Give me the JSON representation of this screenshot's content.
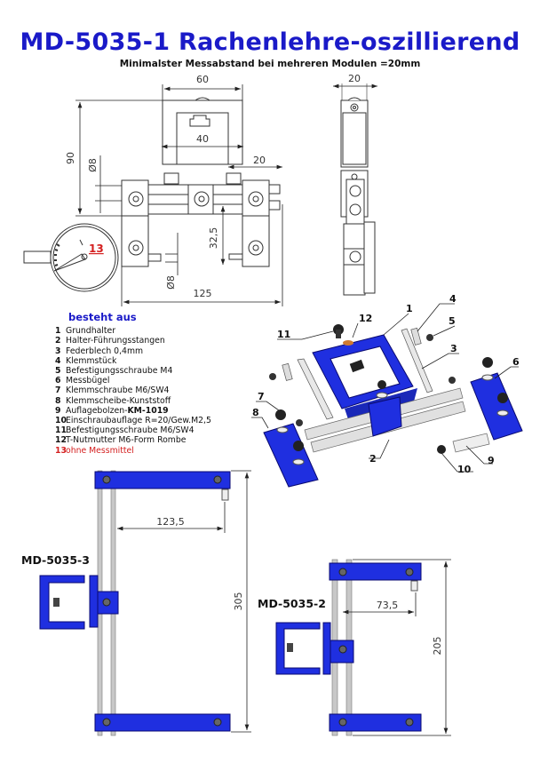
{
  "header": {
    "title": "MD-5035-1 Rachenlehre-oszillierend",
    "subtitle": "Minimalster Messabstand bei mehreren Modulen =20mm"
  },
  "front_view": {
    "dimensions": {
      "width_top": "60",
      "inner_width": "40",
      "height": "90",
      "dia_upper": "Ø8",
      "dia_lower": "Ø8",
      "offset_right": "20",
      "vertical_offset": "32,5",
      "total_width": "125"
    },
    "callout_13": "13"
  },
  "side_view": {
    "dimensions": {
      "width": "20"
    }
  },
  "parts_list": {
    "heading": "besteht aus",
    "items": [
      {
        "num": "1",
        "label": "Grundhalter"
      },
      {
        "num": "2",
        "label": "Halter-Führungsstangen"
      },
      {
        "num": "3",
        "label": "Federblech 0,4mm"
      },
      {
        "num": "4",
        "label": "Klemmstück"
      },
      {
        "num": "5",
        "label": "Befestigungsschraube M4"
      },
      {
        "num": "6",
        "label": "Messbügel"
      },
      {
        "num": "7",
        "label": "Klemmschraube M6/SW4"
      },
      {
        "num": "8",
        "label": "Klemmscheibe-Kunststoff"
      },
      {
        "num": "9",
        "label": "Auflagebolzen-",
        "bold_suffix": "KM-1019"
      },
      {
        "num": "10",
        "label": "Einschraubauflage R=20/Gew.M2,5"
      },
      {
        "num": "11",
        "label": "Befestigungsschraube M6/SW4"
      },
      {
        "num": "12",
        "label": "T-Nutmutter M6-Form Rombe"
      },
      {
        "num": "13",
        "label": "ohne Messmittel",
        "highlight": true
      }
    ]
  },
  "exploded_view": {
    "callouts": [
      "1",
      "2",
      "3",
      "4",
      "5",
      "6",
      "7",
      "8",
      "9",
      "10",
      "11",
      "12"
    ]
  },
  "variant_3": {
    "label": "MD-5035-3",
    "dimensions": {
      "reach": "123,5",
      "height": "305"
    }
  },
  "variant_2": {
    "label": "MD-5035-2",
    "dimensions": {
      "reach": "73,5",
      "height": "205"
    }
  },
  "colors": {
    "title_blue": "#1a1ac8",
    "part_blue": "#1f2fe0",
    "highlight_red": "#d42020",
    "rod_gray": "#c8c8c8"
  }
}
